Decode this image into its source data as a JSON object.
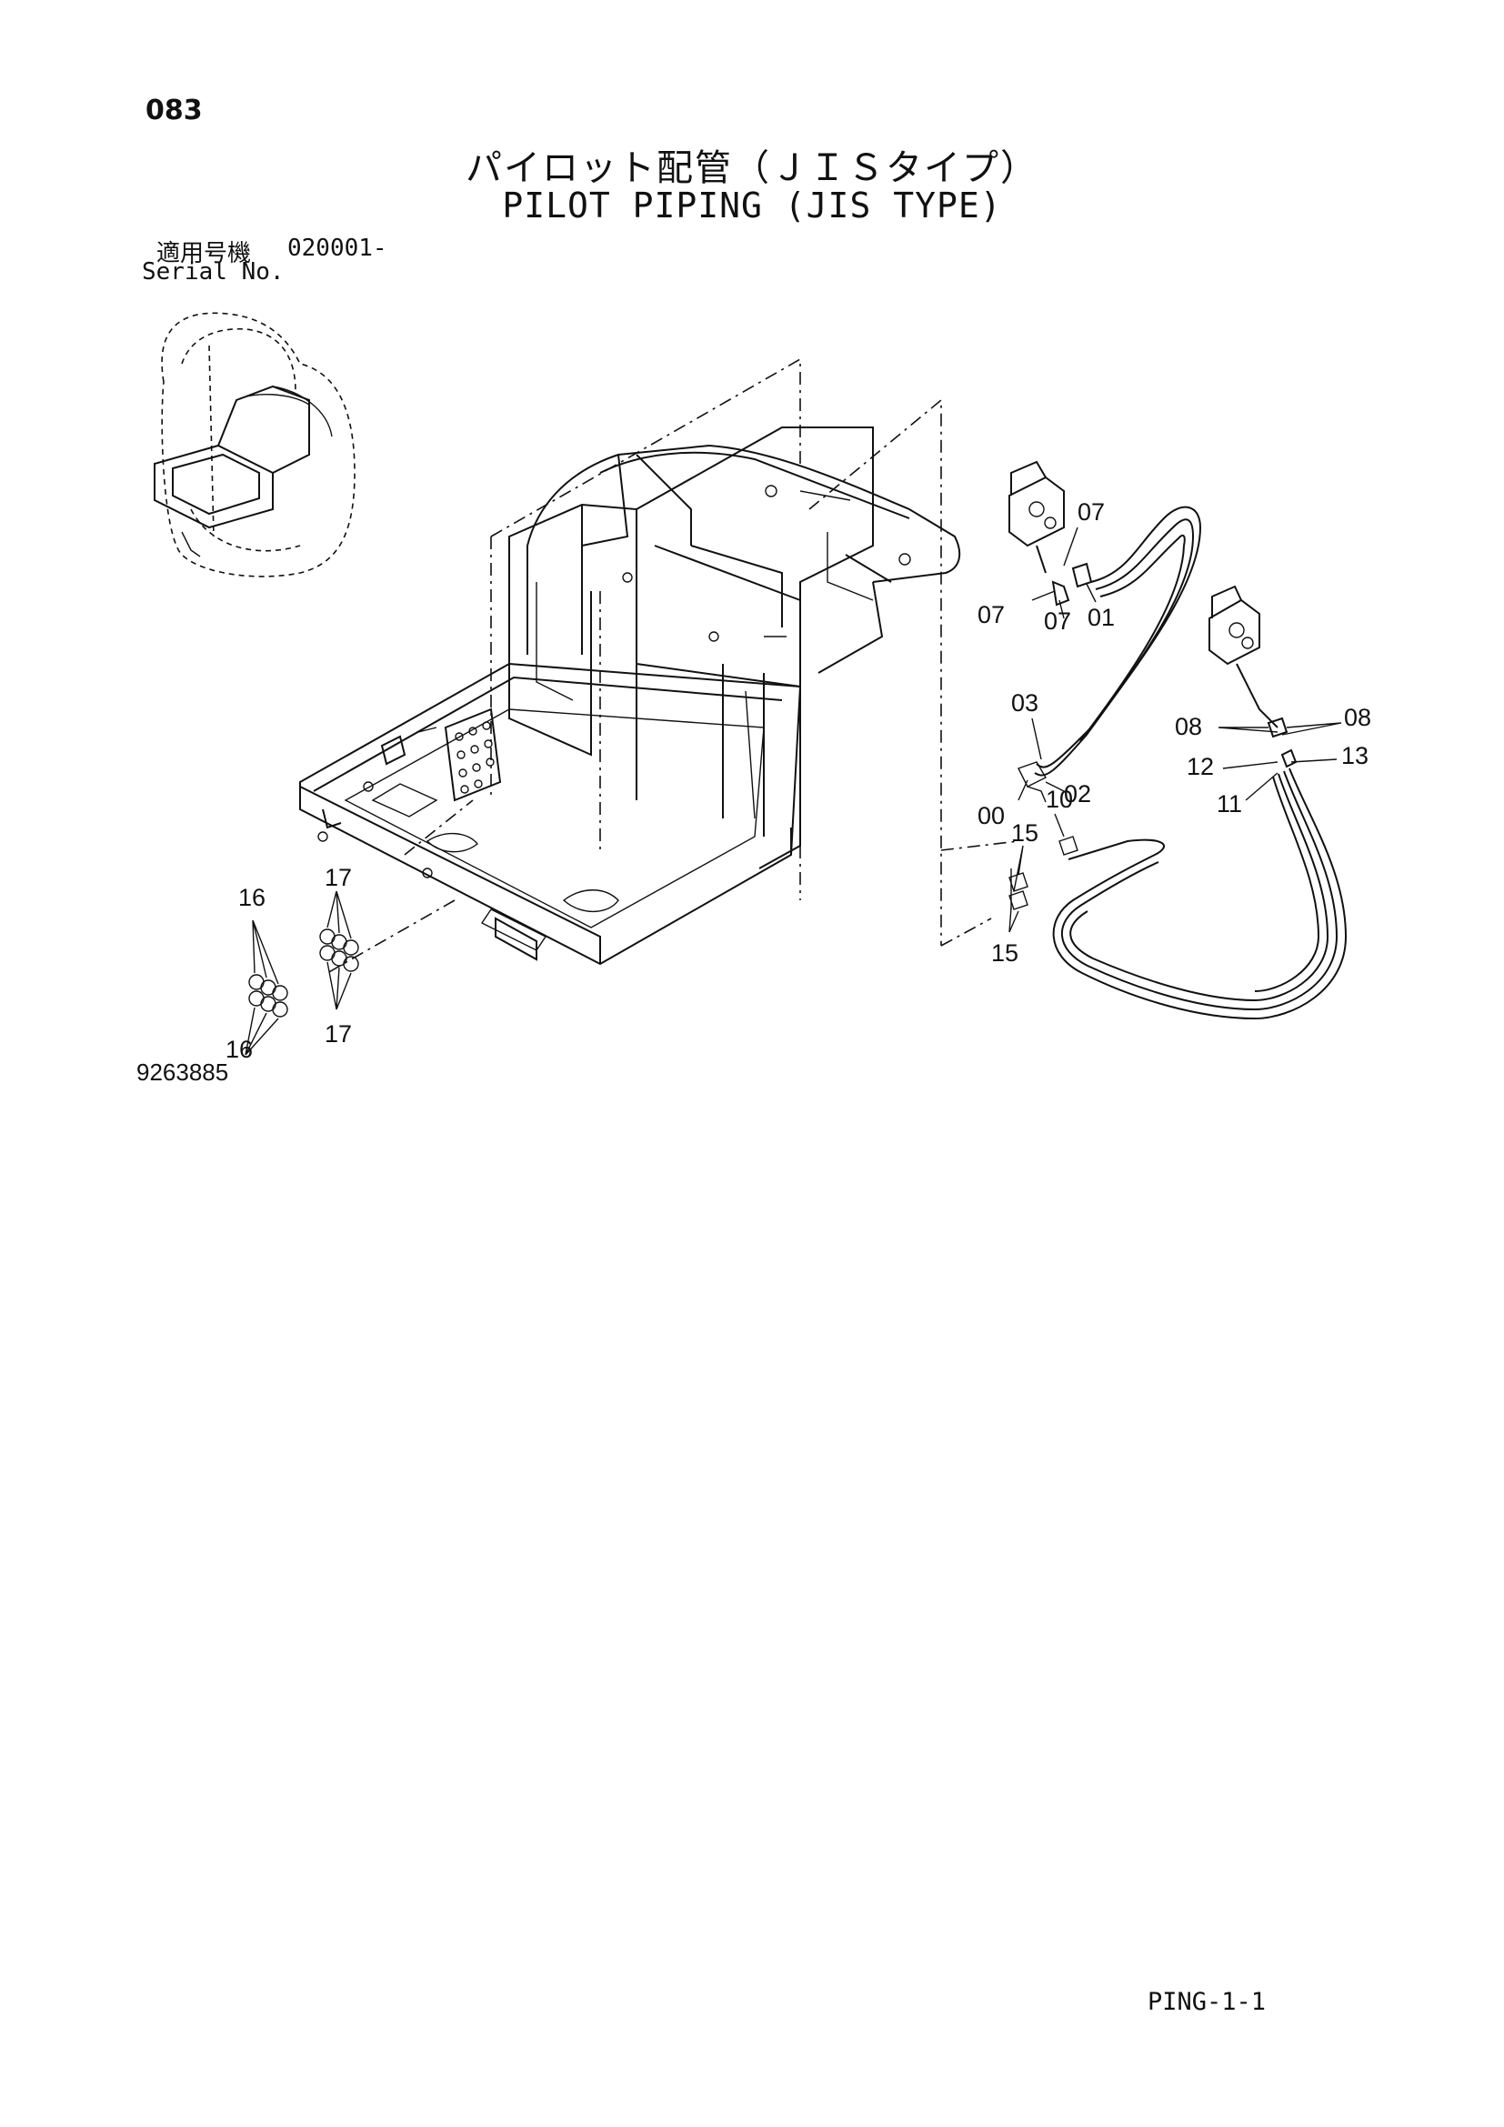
{
  "header": {
    "page_number": "083",
    "title_jp": "パイロット配管（ＪＩＳタイプ）",
    "title_en": "PILOT PIPING (JIS TYPE)",
    "serial_label_jp": "適用号機",
    "serial_value": "020001-",
    "serial_label_en": "Serial No."
  },
  "drawing": {
    "drawing_number": "9263885",
    "part_labels": {
      "p07a": "07",
      "p07b": "07",
      "p07c": "07",
      "p01": "01",
      "p03": "03",
      "p00": "00",
      "p02": "02",
      "p10": "10",
      "p08a": "08",
      "p08b": "08",
      "p12": "12",
      "p13": "13",
      "p11": "11",
      "p15a": "15",
      "p15b": "15",
      "p16a": "16",
      "p16b": "16",
      "p17a": "17",
      "p17b": "17"
    }
  },
  "footer": {
    "code": "PING-1-1"
  }
}
